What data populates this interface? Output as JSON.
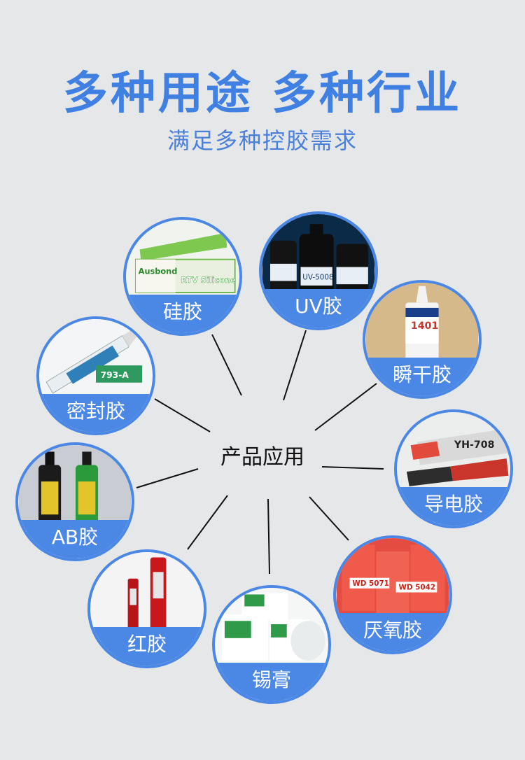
{
  "header": {
    "title": "多种用途 多种行业",
    "subtitle": "满足多种控胶需求"
  },
  "center_label": "产品应用",
  "products": [
    {
      "label": "硅胶"
    },
    {
      "label": "UV胶"
    },
    {
      "label": "瞬干胶"
    },
    {
      "label": "密封胶"
    },
    {
      "label": "导电胶"
    },
    {
      "label": "AB胶"
    },
    {
      "label": "厌氧胶"
    },
    {
      "label": "红胶"
    },
    {
      "label": "锡膏"
    }
  ],
  "image_texts": {
    "silicone_brand": "Ausbond",
    "silicone_text": "RTV Silicone",
    "uv_model": "UV-5008",
    "instant_model": "1401",
    "sealant_model": "793-A",
    "conductive_model": "YH-708",
    "anaerobic_model1": "WD 5071",
    "anaerobic_model2": "WD 5042"
  },
  "colors": {
    "accent": "#4b87e4",
    "title": "#3f80e2",
    "background": "#e6e7e9"
  }
}
